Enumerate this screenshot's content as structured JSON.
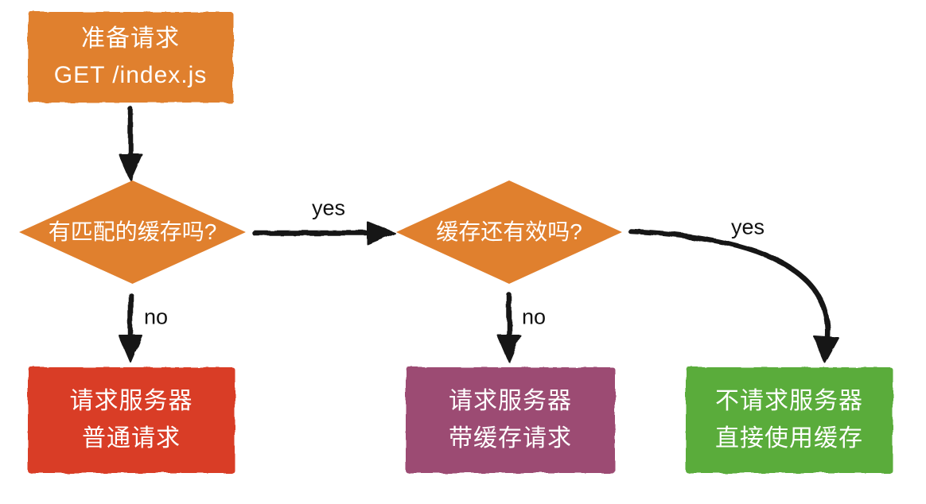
{
  "colors": {
    "orange": "#E0802F",
    "red": "#D93C27",
    "purple": "#9C4B73",
    "green": "#5AAC3A",
    "arrow": "#141414",
    "text_on_shape": "#FFFFFF",
    "label_text": "#111111"
  },
  "nodes": [
    {
      "id": "start",
      "type": "rect",
      "color": "orange",
      "lines": [
        "准备请求",
        "GET /index.js"
      ]
    },
    {
      "id": "decision-cache-match",
      "type": "diamond",
      "color": "orange",
      "lines": [
        "有匹配的缓存吗?"
      ]
    },
    {
      "id": "decision-cache-valid",
      "type": "diamond",
      "color": "orange",
      "lines": [
        "缓存还有效吗?"
      ]
    },
    {
      "id": "request-normal",
      "type": "rect",
      "color": "red",
      "lines": [
        "请求服务器",
        "普通请求"
      ]
    },
    {
      "id": "request-with-cache",
      "type": "rect",
      "color": "purple",
      "lines": [
        "请求服务器",
        "带缓存请求"
      ]
    },
    {
      "id": "use-cache-directly",
      "type": "rect",
      "color": "green",
      "lines": [
        "不请求服务器",
        "直接使用缓存"
      ]
    }
  ],
  "edges": [
    {
      "from": "start",
      "to": "decision-cache-match",
      "label": ""
    },
    {
      "from": "decision-cache-match",
      "to": "decision-cache-valid",
      "label": "yes"
    },
    {
      "from": "decision-cache-match",
      "to": "request-normal",
      "label": "no"
    },
    {
      "from": "decision-cache-valid",
      "to": "request-with-cache",
      "label": "no"
    },
    {
      "from": "decision-cache-valid",
      "to": "use-cache-directly",
      "label": "yes"
    }
  ]
}
